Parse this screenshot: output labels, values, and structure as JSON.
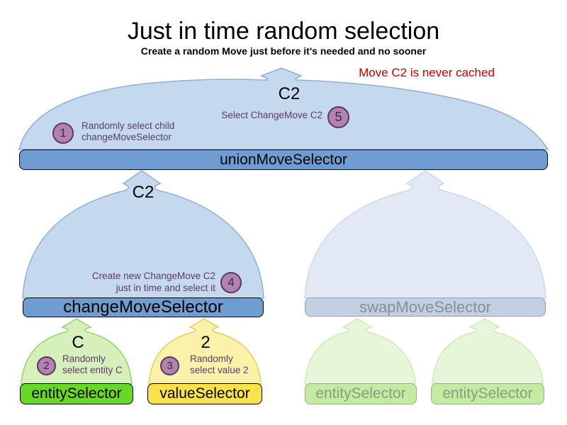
{
  "title": "Just in time random selection",
  "subtitle": "Create a random Move just before it's needed and no sooner",
  "note": "Move C2 is never cached",
  "colors": {
    "note_red": "#c00000",
    "active_bar_blue": "#6f9cd1",
    "active_dome_blue": "#c5d9ee",
    "faded_bar_blue": "#c3cfe3",
    "faded_dome_blue": "#e2e9f5",
    "entity_bar_green": "#67d828",
    "entity_dome_green": "#d5f0ba",
    "value_bar_yellow": "#fbe14b",
    "value_dome_yellow": "#fbf2aa",
    "faded_bar_green": "#c4eba2",
    "faded_dome_green": "#e7f6d8",
    "step_circle_fill": "#b183ae",
    "step_circle_border": "#5c3566",
    "annotation_purple": "#5e3a66"
  },
  "bars": {
    "union": "unionMoveSelector",
    "change": "changeMoveSelector",
    "swap": "swapMoveSelector",
    "entity": "entitySelector",
    "value": "valueSelector",
    "entity_faded_left": "entitySelector",
    "entity_faded_right": "entitySelector"
  },
  "arrow_labels": {
    "union_in": "C2",
    "change_in": "C2",
    "entity_in": "C",
    "value_in": "2"
  },
  "steps": [
    {
      "num": "1",
      "line1": "Randomly select child",
      "line2": "changeMoveSelector"
    },
    {
      "num": "2",
      "line1": "Randomly",
      "line2": "select entity C"
    },
    {
      "num": "3",
      "line1": "Randomly",
      "line2": "select value 2"
    },
    {
      "num": "4",
      "line1": "Create new ChangeMove C2",
      "line2": "just in time and select it"
    },
    {
      "num": "5",
      "line1": "Select ChangeMove C2",
      "line2": ""
    }
  ]
}
